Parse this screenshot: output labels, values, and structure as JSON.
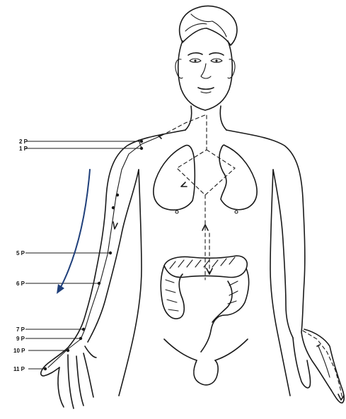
{
  "point_labels": [
    "2 P",
    "1 P",
    "5 P",
    "6 P",
    "7 P",
    "9 P",
    "10 P",
    "11 P"
  ],
  "colors": {
    "line_art": "#1a1a1a",
    "flow_arrow": "#1f3f7a",
    "background": "#ffffff"
  },
  "icons": {
    "figure": "human-body-outline",
    "organs": [
      "lungs",
      "large-intestine"
    ],
    "flow_arrow": "curved-arrow-down"
  }
}
